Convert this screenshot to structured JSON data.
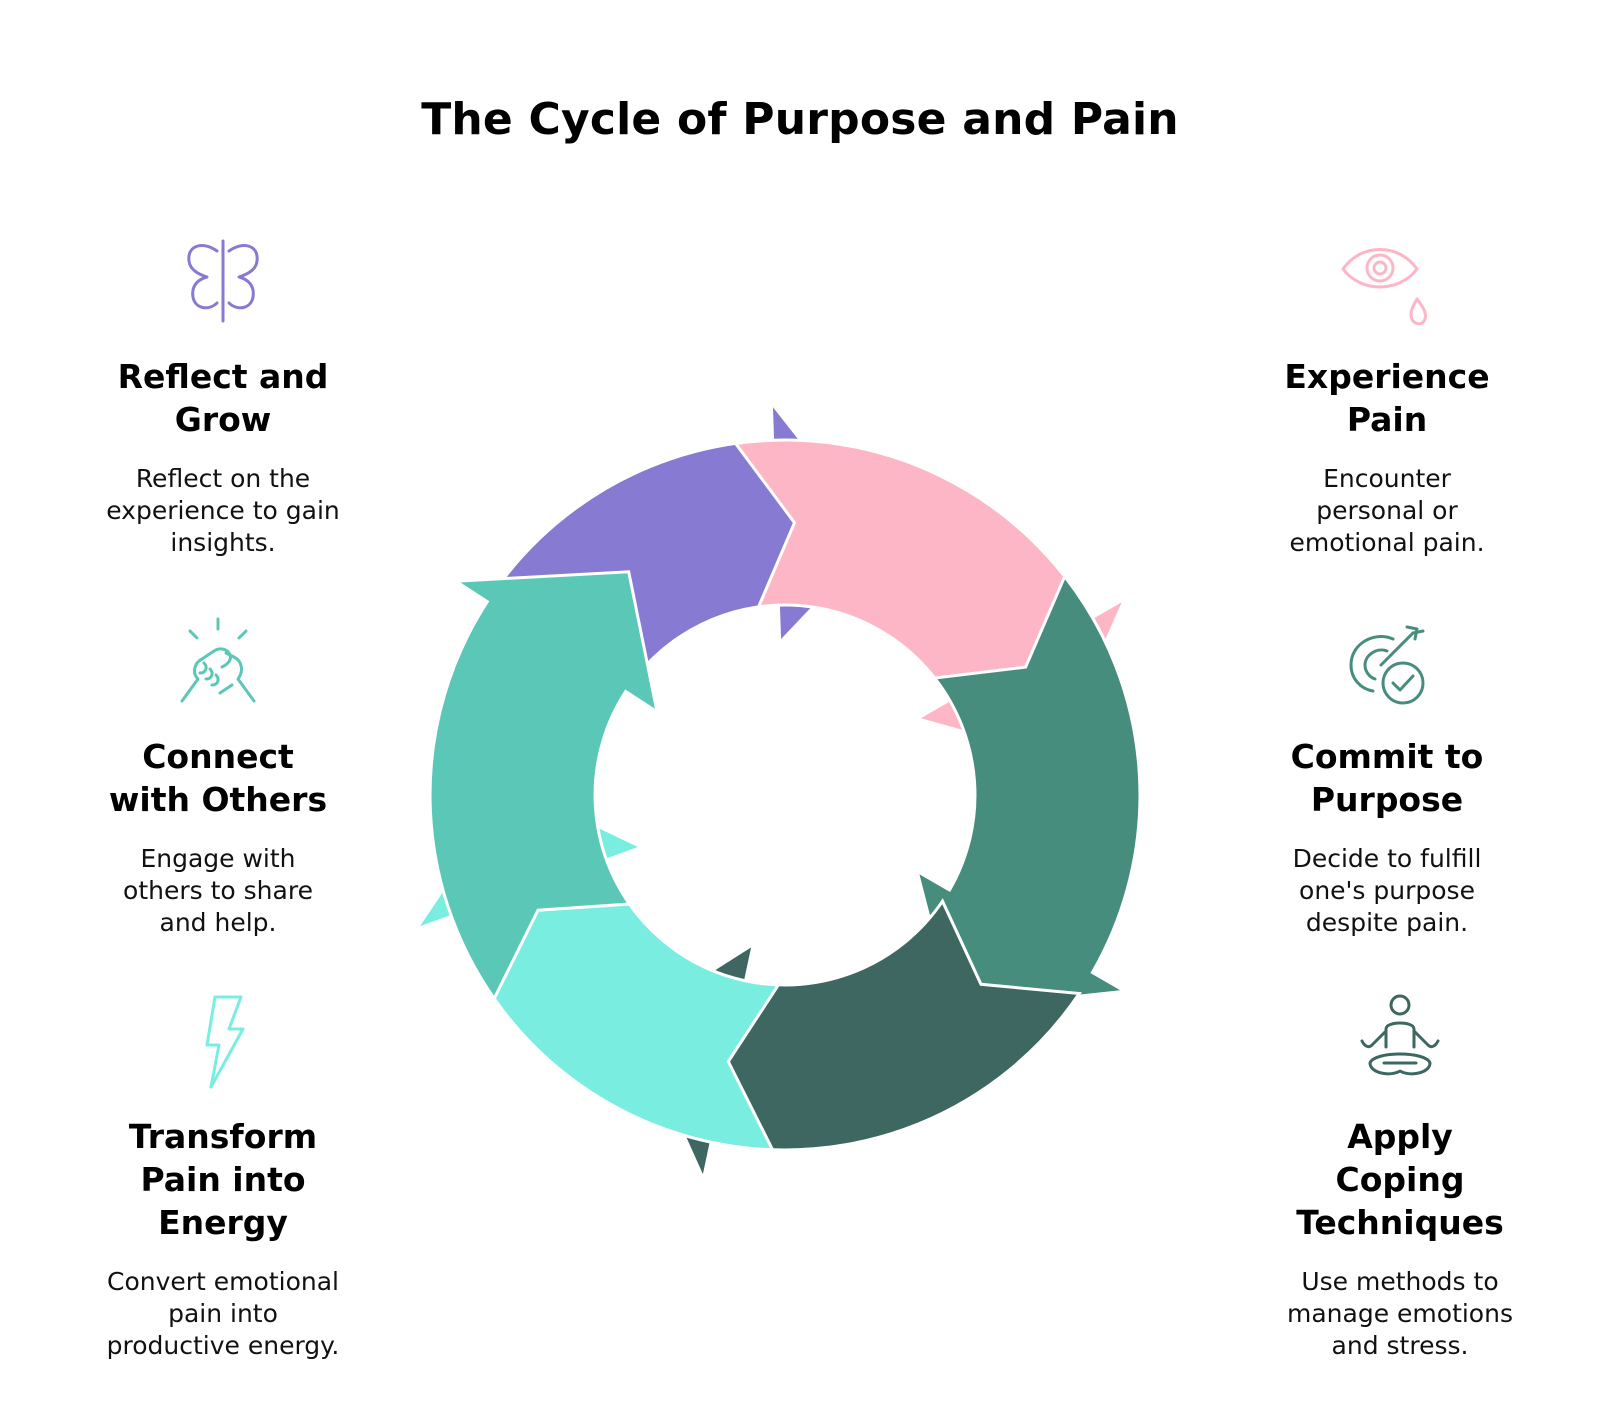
{
  "title": "The Cycle of Purpose and Pain",
  "colors": {
    "experience": "#fdb6c5",
    "commit": "#478d7e",
    "coping": "#3d6760",
    "transform": "#79ede0",
    "connect": "#5bc8b7",
    "reflect": "#877ad2"
  },
  "steps": {
    "experience": {
      "heading_lines": [
        "Experience",
        "Pain"
      ],
      "desc_lines": [
        "Encounter",
        "personal or",
        "emotional pain."
      ],
      "icon": "crying-eye-icon"
    },
    "commit": {
      "heading_lines": [
        "Commit to",
        "Purpose"
      ],
      "desc_lines": [
        "Decide to fulfill",
        "one's purpose",
        "despite pain."
      ],
      "icon": "target-arrow-check-icon"
    },
    "coping": {
      "heading_lines": [
        "Apply",
        "Coping",
        "Techniques"
      ],
      "desc_lines": [
        "Use methods to",
        "manage emotions",
        "and stress."
      ],
      "icon": "meditation-icon"
    },
    "transform": {
      "heading_lines": [
        "Transform",
        "Pain into",
        "Energy"
      ],
      "desc_lines": [
        "Convert emotional",
        "pain into",
        "productive energy."
      ],
      "icon": "lightning-icon"
    },
    "connect": {
      "heading_lines": [
        "Connect",
        "with Others"
      ],
      "desc_lines": [
        "Engage with",
        "others to share",
        "and help."
      ],
      "icon": "handshake-icon"
    },
    "reflect": {
      "heading_lines": [
        "Reflect and",
        "Grow"
      ],
      "desc_lines": [
        "Reflect on the",
        "experience to gain",
        "insights."
      ],
      "icon": "butterfly-icon"
    }
  }
}
